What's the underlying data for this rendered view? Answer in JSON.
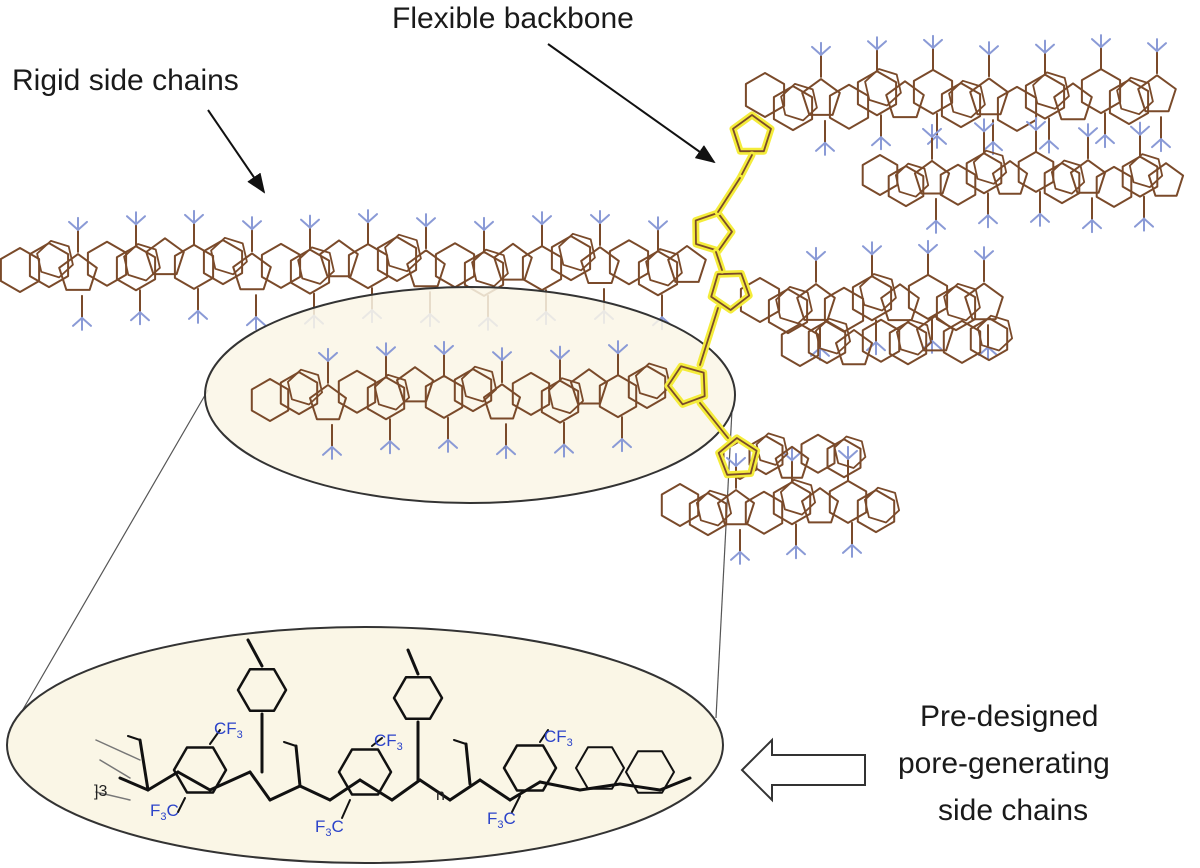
{
  "labels": {
    "flexible_backbone": "Flexible backbone",
    "rigid_side_chains": "Rigid side chains",
    "pre_designed": [
      "Pre-designed",
      "pore-generating",
      "side chains"
    ]
  },
  "structure_labels": {
    "cf3": "CF3",
    "f3c": "F3C",
    "repeat": "n"
  },
  "colors": {
    "molecule": "#7a4a2a",
    "backbone_highlight": "#f4ec3a",
    "ellipse_fill": "#faf6e6",
    "bond": "#111111",
    "substituent_text": "#2b43c9",
    "methyl_tips": "#8a9ad6"
  }
}
